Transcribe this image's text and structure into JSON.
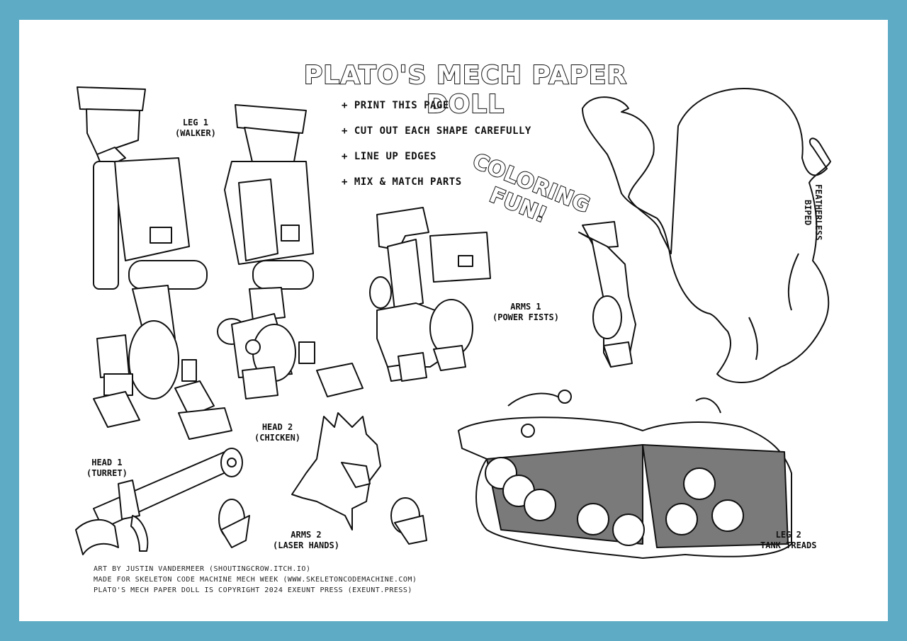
{
  "title": "PLATO'S MECH PAPER DOLL",
  "instructions": [
    "+ PRINT THIS PAGE",
    "+ CUT OUT EACH SHAPE CAREFULLY",
    "+ LINE UP EDGES",
    "+ MIX & MATCH PARTS"
  ],
  "coloring_fun": {
    "line1": "COLORING",
    "line2": "FUN!"
  },
  "labels": {
    "leg1": {
      "line1": "LEG 1",
      "line2": "(WALKER)"
    },
    "arms1": {
      "line1": "ARMS 1",
      "line2": "(POWER FISTS)"
    },
    "featherless": {
      "line1": "FEATHERLESS",
      "line2": "BIPED"
    },
    "head2": {
      "line1": "HEAD 2",
      "line2": "(CHICKEN)"
    },
    "head1": {
      "line1": "HEAD 1",
      "line2": "(TURRET)"
    },
    "arms2": {
      "line1": "ARMS 2",
      "line2": "(LASER HANDS)"
    },
    "leg2": {
      "line1": "LEG 2",
      "line2": "TANK TREADS"
    }
  },
  "credits": [
    "ART BY JUSTIN VANDERMEER (SHOUTINGCROW.ITCH.IO)",
    "MADE FOR SKELETON CODE MACHINE MECH WEEK (WWW.SKELETONCODEMACHINE.COM)",
    "PLATO'S MECH PAPER DOLL IS COPYRIGHT 2024 EXEUNT PRESS (EXEUNT.PRESS)"
  ],
  "colors": {
    "border": "#5eabc6",
    "paper": "#ffffff",
    "ink": "#111111",
    "tread": "#7a7a7a"
  }
}
